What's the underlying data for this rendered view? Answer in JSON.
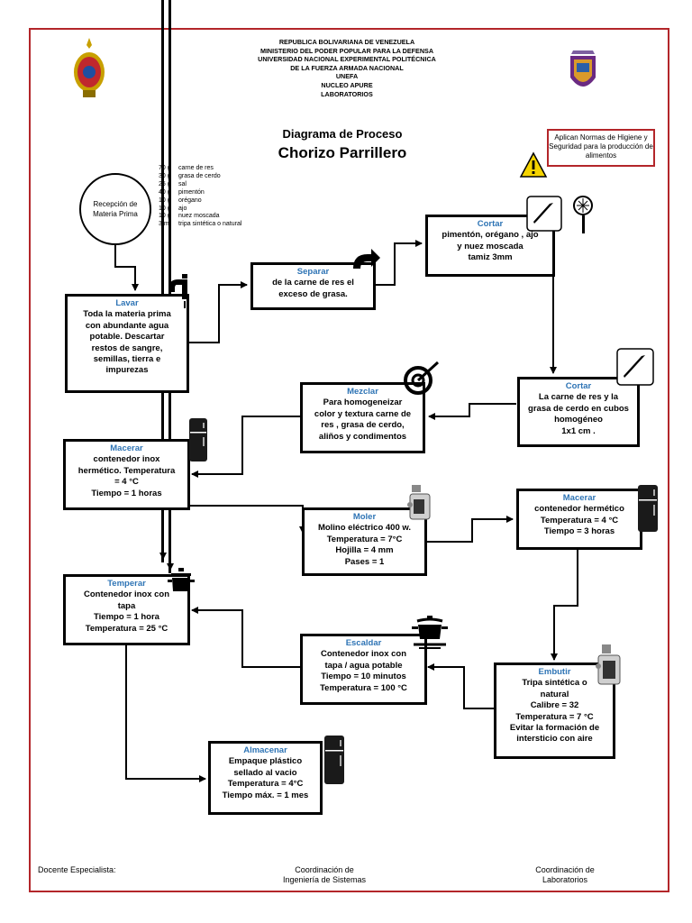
{
  "header": {
    "lines": [
      "REPUBLICA BOLIVARIANA DE VENEZUELA",
      "MINISTERIO DEL PODER POPULAR PARA LA DEFENSA",
      "UNIVERSIDAD NACIONAL EXPERIMENTAL POLITÉCNICA",
      "DE LA FUERZA ARMADA NACIONAL",
      "UNEFA",
      "NUCLEO APURE",
      "LABORATORIOS"
    ]
  },
  "title": {
    "line1": "Diagrama de Proceso",
    "line2": "Chorizo Parrillero"
  },
  "norms": "Aplican Normas de Higiene y Seguridad para la producción de alimentos",
  "ingredients": [
    {
      "qty": "70 g",
      "name": "carne de res"
    },
    {
      "qty": "30 g",
      "name": "grasa de cerdo"
    },
    {
      "qty": "25 g",
      "name": "sal"
    },
    {
      "qty": "40 g",
      "name": "pimentón"
    },
    {
      "qty": "10 g",
      "name": "orégano"
    },
    {
      "qty": "10 g",
      "name": "ajo"
    },
    {
      "qty": "10 g",
      "name": "nuez moscada"
    },
    {
      "qty": "3 m",
      "name": "tripa sintética o natural"
    }
  ],
  "start": {
    "line1": "Recepción de",
    "line2": "Materia  Prima"
  },
  "steps": {
    "lavar": {
      "title": "Lavar",
      "lines": [
        "Toda la materia prima",
        "con abundante agua",
        "potable. Descartar",
        "restos de sangre,",
        "semillas, tierra  e",
        "impurezas"
      ]
    },
    "separar": {
      "title": "Separar",
      "lines": [
        "de la carne de res el",
        "exceso de grasa."
      ]
    },
    "cortar1": {
      "title": "Cortar",
      "lines": [
        "pimentón,  orégano , ajo",
        "y nuez moscada",
        "tamiz 3mm"
      ]
    },
    "cortar2": {
      "title": "Cortar",
      "lines": [
        "La carne de res  y la",
        "grasa de cerdo en cubos",
        "homogéneo",
        "1x1 cm ."
      ]
    },
    "mezclar": {
      "title": "Mezclar",
      "lines": [
        "Para homogeneizar",
        "color y textura carne de",
        "res , grasa de cerdo,",
        "aliños y condimentos"
      ]
    },
    "macerar1": {
      "title": "Macerar",
      "lines": [
        "contenedor inox",
        "hermético. Temperatura",
        "= 4 °C",
        "Tiempo = 1 horas"
      ]
    },
    "moler": {
      "title": "Moler",
      "lines": [
        "Molino eléctrico 400 w.",
        "Temperatura = 7°C",
        "Hojilla = 4 mm",
        "Pases = 1"
      ]
    },
    "macerar2": {
      "title": "Macerar",
      "lines": [
        "contenedor hermético",
        "Temperatura = 4 °C",
        "Tiempo = 3 horas"
      ]
    },
    "temperar": {
      "title": "Temperar",
      "lines": [
        "Contenedor inox con",
        "tapa",
        "Tiempo = 1 hora",
        "Temperatura = 25 °C"
      ]
    },
    "escaldar": {
      "title": "Escaldar",
      "lines": [
        "Contenedor inox con",
        "tapa / agua potable",
        "Tiempo = 10 minutos",
        "Temperatura = 100 °C"
      ]
    },
    "embutir": {
      "title": "Embutir",
      "lines": [
        "Tripa sintética o",
        "natural",
        "Calibre = 32",
        "Temperatura = 7 °C",
        "Evitar la formación de",
        "intersticio con aire"
      ]
    },
    "almacenar": {
      "title": "Almacenar",
      "lines": [
        "Empaque plástico",
        "sellado al vacio",
        "Temperatura =  4°C",
        "Tiempo máx. = 1 mes"
      ]
    }
  },
  "footer": {
    "docente": "Docente Especialista:",
    "coord_sistemas": [
      "Coordinación de",
      "Ingeniería de Sistemas"
    ],
    "coord_lab": [
      "Coordinación de",
      "Laboratorios"
    ]
  },
  "colors": {
    "frame": "#b3262a",
    "step_title": "#2e74b5",
    "warning": "#f5d400"
  }
}
